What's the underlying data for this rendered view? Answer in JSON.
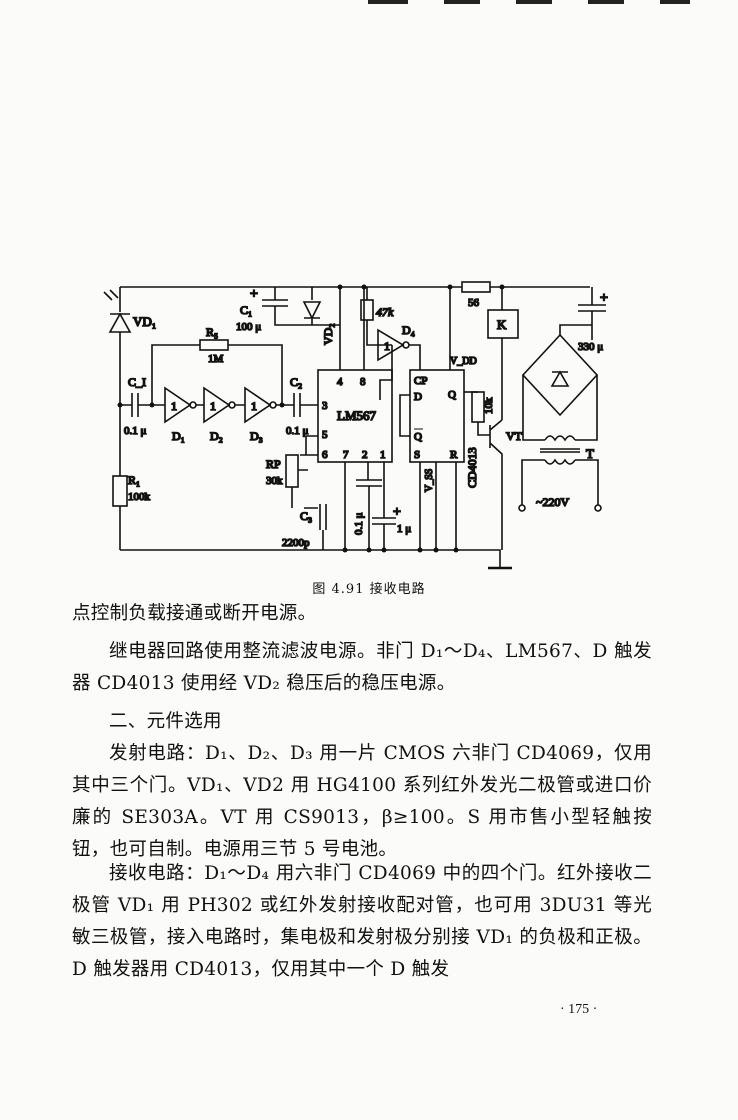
{
  "figure": {
    "caption": "图 4.91   接收电路",
    "labels": {
      "vd1": "VD₁",
      "c1": "C₁",
      "c1_value": "100 μ",
      "vd2": "VD₂",
      "r47k": "47k",
      "d4": "D₄",
      "r56": "56",
      "relay": "K",
      "c330": "330 μ",
      "r5": "R₅",
      "r5_value": "1M",
      "vdd": "V_DD",
      "cp": "CP",
      "ci": "C_I",
      "c_in_value": "0.1 μ",
      "d1": "D₁",
      "d2": "D₂",
      "d3": "D₃",
      "c2": "C₂",
      "c2_value": "0.1 μ",
      "lm567": "LM567",
      "pin4": "4",
      "pin8": "8",
      "pin3": "3",
      "pin5": "5",
      "pin6": "6",
      "pin7": "7",
      "pin2": "2",
      "pin1": "1",
      "d_pin": "D",
      "q_top": "Q",
      "q_bar": "Q",
      "s_pin": "S",
      "r_pin": "R",
      "vss": "V_SS",
      "cd4013": "CD4013",
      "r10k": "10k",
      "vt": "VT",
      "t": "T",
      "rp": "RP",
      "rp_value": "30k",
      "r1": "R₁",
      "r1_value": "100k",
      "c3": "C₃",
      "c3_value": "2200p",
      "c01": "0.1 μ",
      "c1u": "1 μ",
      "ac": "~220V",
      "gate_label": "1",
      "plus": "+"
    }
  },
  "paragraphs": [
    "点控制负载接通或断开电源。",
    "继电器回路使用整流滤波电源。非门 D₁～D₄、LM567、D 触发器 CD4013 使用经 VD₂ 稳压后的稳压电源。",
    "二、元件选用",
    "发射电路：D₁、D₂、D₃ 用一片 CMOS 六非门 CD4069，仅用其中三个门。VD₁、VD2 用 HG4100 系列红外发光二极管或进口价廉的 SE303A。VT 用 CS9013，β≥100。S 用市售小型轻触按钮，也可自制。电源用三节 5 号电池。",
    "接收电路：D₁～D₄ 用六非门 CD4069 中的四个门。红外接收二极管 VD₁ 用 PH302 或红外发射接收配对管，也可用 3DU31 等光敏三极管，接入电路时，集电极和发射极分别接 VD₁ 的负极和正极。D 触发器用 CD4013，仅用其中一个 D 触发"
  ],
  "page_number": "· 175 ·"
}
